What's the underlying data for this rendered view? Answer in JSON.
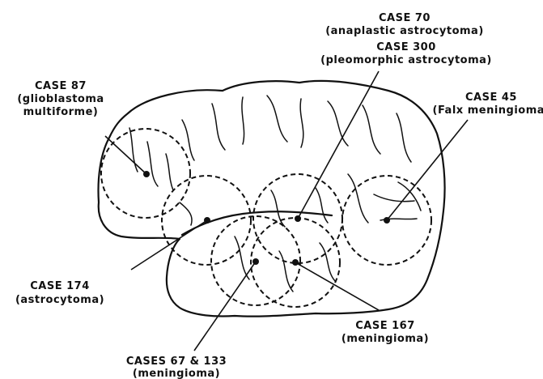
{
  "labels": {
    "case_70": "CASE 70",
    "case_70_type": "(anaplastic astrocytoma)",
    "case_300": "CASE 300",
    "case_300_type": "(pleomorphic astrocytoma)",
    "case_87": "CASE 87",
    "case_87_type_1": "(glioblastoma",
    "case_87_type_2": "multiforme)",
    "case_45": "CASE 45",
    "case_45_type": "(Falx meningioma)",
    "case_174": "CASE 174",
    "case_174_type": "(astrocytoma)",
    "case_167": "CASE 167",
    "case_167_type": "(meningioma)",
    "cases_67_133": "CASES 67 & 133",
    "cases_67_133_type": "(meningioma)"
  }
}
